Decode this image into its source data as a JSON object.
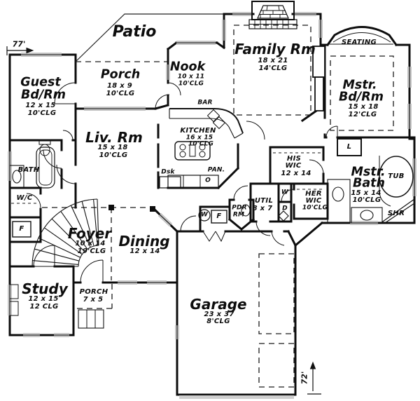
{
  "dimensions": {
    "width_label": "77'",
    "depth_label": "72'"
  },
  "rooms": {
    "patio": {
      "name": "Patio"
    },
    "guest": {
      "name1": "Guest",
      "name2": "Bd/Rm",
      "size": "12 x 15",
      "ceiling": "10'CLG"
    },
    "rear_porch": {
      "name": "Porch",
      "size": "18 x 9",
      "ceiling": "10'CLG"
    },
    "nook": {
      "name": "Nook",
      "size": "10 x 11",
      "ceiling": "10'CLG"
    },
    "family": {
      "name": "Family Rm",
      "size": "18 x 21",
      "ceiling": "14'CLG"
    },
    "seating": {
      "name": "SEATING"
    },
    "master_bed": {
      "name1": "Mstr.",
      "name2": "Bd/Rm",
      "size": "15 x 18",
      "ceiling": "12'CLG"
    },
    "living": {
      "name": "Liv. Rm",
      "size": "15 x 18",
      "ceiling": "10'CLG"
    },
    "kitchen": {
      "name": "KITCHEN",
      "size": "16 x 15",
      "ceiling": "10'CLG"
    },
    "bar": {
      "name": "BAR"
    },
    "desk": {
      "name": "Dsk"
    },
    "pantry": {
      "name": "PAN."
    },
    "oven": {
      "name": "O"
    },
    "bath": {
      "name": "BATH"
    },
    "closet_wc": {
      "name": "W/C"
    },
    "furnace": {
      "name": "F"
    },
    "his_wic": {
      "name1": "HIS",
      "name2": "WIC",
      "size": "12 x 14"
    },
    "linen": {
      "name": "L"
    },
    "master_bath": {
      "name1": "Mstr.",
      "name2": "Bath",
      "size": "15 x 14",
      "ceiling": "10'CLG"
    },
    "tub": {
      "name": "TUB"
    },
    "shower": {
      "name": "SHR"
    },
    "her_wic": {
      "name1": "HER",
      "name2": "WIC",
      "ceiling": "10'CLG"
    },
    "utility": {
      "name": "UTIL",
      "size": "8 x 7"
    },
    "washer": {
      "name": "W"
    },
    "dryer": {
      "name": "D"
    },
    "powder": {
      "name1": "PDR",
      "name2": "RM"
    },
    "hall_washer": {
      "name": "W"
    },
    "hall_furnace": {
      "name": "F"
    },
    "foyer": {
      "name": "Foyer",
      "size": "10 x 14",
      "ceiling": "19'CLG"
    },
    "dining": {
      "name": "Dining",
      "size": "12 x 14"
    },
    "study": {
      "name": "Study",
      "size": "12 x 15",
      "ceiling": "12 CLG"
    },
    "front_porch": {
      "name": "PORCH",
      "size": "7 x 5"
    },
    "garage": {
      "name": "Garage",
      "size": "23 x 37",
      "ceiling": "8'CLG"
    }
  }
}
